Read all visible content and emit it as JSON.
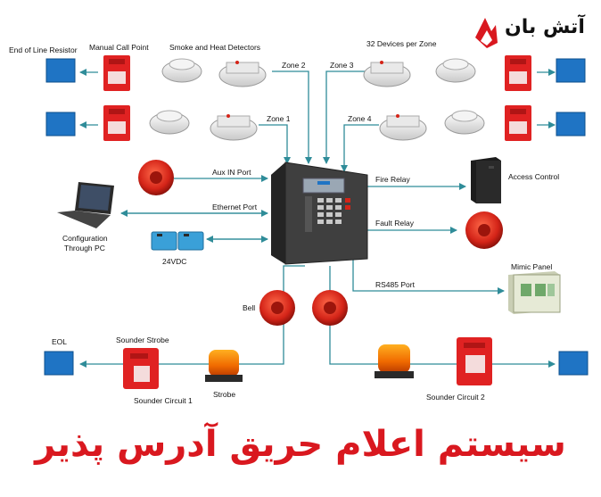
{
  "logo": {
    "text": "آتش بان",
    "name": "logo-atashban"
  },
  "title": "سیستم اعلام حریق آدرس پذیر",
  "labels": {
    "eol_resistor": "End of Line Resistor",
    "manual_call_point": "Manual Call Point",
    "smoke_heat": "Smoke and Heat Detectors",
    "devices_per_zone": "32 Devices per Zone",
    "zone1": "Zone 1",
    "zone2": "Zone 2",
    "zone3": "Zone 3",
    "zone4": "Zone 4",
    "aux_in": "Aux IN Port",
    "ethernet": "Ethernet Port",
    "config_pc_1": "Configuration",
    "config_pc_2": "Through PC",
    "vdc": "24VDC",
    "fire_relay": "Fire Relay",
    "access_control": "Access Control",
    "fault_relay": "Fault Relay",
    "mimic_panel": "Mimic Panel",
    "rs485": "RS485 Port",
    "bell": "Bell",
    "eol": "EOL",
    "sounder_strobe": "Sounder Strobe",
    "strobe": "Strobe",
    "sounder_circuit1": "Sounder Circuit 1",
    "sounder_circuit2": "Sounder Circuit 2"
  },
  "colors": {
    "line": "#2f8c99",
    "eol_box": "#1f74c4",
    "call_point": "#e02222",
    "bell": "#d42418",
    "panel": "#3a3a3a",
    "title": "#d9181f"
  }
}
